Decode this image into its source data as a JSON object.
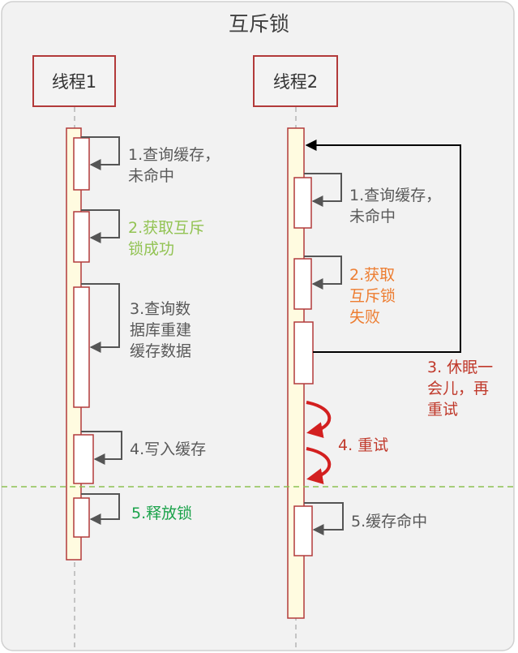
{
  "title": "互斥锁",
  "thread1": {
    "name": "线程1",
    "steps": [
      "1.查询缓存，\n 未命中",
      "2.获取互斥\n 锁成功",
      "3.查询数\n据库重建\n缓存数据",
      "4.写入缓存",
      "5.释放锁"
    ]
  },
  "thread2": {
    "name": "线程2",
    "steps": [
      "1.查询缓存，\n 未命中",
      "2.获取\n互斥锁\n失败",
      "3. 休眠一\n会儿，再\n重试",
      "4. 重试",
      "5.缓存命中"
    ]
  },
  "colors": {
    "border": "#b23a3a",
    "lifeline_fill": "#fffbe0",
    "label_gray": "#595959",
    "success_light_green": "#92c353",
    "success_green": "#1aa24a",
    "fail_orange": "#ed7d31",
    "retry_red": "#c0392b",
    "divider_green": "#8cc152"
  }
}
